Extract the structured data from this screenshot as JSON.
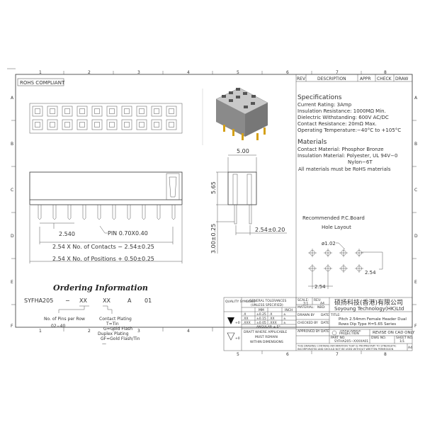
{
  "frame": {
    "columns": [
      "1",
      "2",
      "3",
      "4",
      "5",
      "6",
      "7",
      "8"
    ],
    "rows": [
      "A",
      "B",
      "C",
      "D",
      "E",
      "F"
    ]
  },
  "rohs_label": "ROHS COMPLIANT",
  "revision_table": {
    "headers": [
      "REV",
      "DESCRIPTION",
      "APPR",
      "CHECK",
      "DRAW"
    ]
  },
  "specifications": {
    "title": "Specifications",
    "lines": [
      "Current Rating:   3Amp",
      "Insulation Resistance: 1000MΩ Min.",
      "Dielectric Withstanding:   600V AC/DC",
      "Contact Resistance:   20mΩ Max.",
      "Operating Temperature:−40°C to +105°C"
    ]
  },
  "materials": {
    "title": "Materials",
    "lines": [
      "Contact Material: Phosphor Bronze",
      "Insulation Material: Polyester, UL 94V−0",
      "Nylon−6T",
      "All materials must be RoHS materials"
    ]
  },
  "side_view": {
    "pitch": "2.540",
    "pin": "PIN 0.70X0.40",
    "dim_contacts": "2.54 X No. of Contacts − 2.54±0.25",
    "dim_positions": "2.54 X No. of Positions + 0.50±0.25"
  },
  "end_view": {
    "width": "5.00",
    "height": "5.65",
    "tail": "3.00±0.25",
    "row_pitch": "2.54±0.20"
  },
  "pcb_layout": {
    "title_1": "Recommended P.C.Board",
    "title_2": "Hole Layout",
    "hole_dia": "ø1.02",
    "pitch_v": "2.54",
    "pitch_h": "2.54"
  },
  "ordering": {
    "title": "Ordering Information",
    "part_code": [
      "SYFHA205",
      "−",
      "XX",
      "XX",
      "A",
      "01"
    ],
    "pins_label": "No. of Pins per Row",
    "pins_range": "02−40",
    "plating_label": "Contact Plating",
    "plating_options": [
      "T=Tin",
      "G=Gold Flash",
      "Duplex Plating",
      "GF=Gold Flash/Tin",
      "—"
    ]
  },
  "title_block": {
    "quality_symbols": "QUALITY SYMBOLS",
    "tol_title_1": "GENERAL TOLERANCES",
    "tol_title_2": "(UNLESS SPECIFIED)",
    "mm": "MM",
    "inch": "INCH",
    "tol_rows": [
      [
        ".X",
        "±0.25",
        ".X",
        "±"
      ],
      [
        ".XX",
        "±0.15",
        ".XX",
        "±"
      ],
      [
        ".XXX",
        "±0.05",
        ".XXX",
        "±"
      ]
    ],
    "angular": "ANGULAR ±.5°",
    "draft_1": "DRAFT WHERE APPLICABLE",
    "draft_2": "MUST REMAIN",
    "draft_3": "WITHIN DIMENSIONS",
    "sym1": "+0",
    "sym2": "+0",
    "scale_label": "SCALE:",
    "scale": "3:1",
    "rev_label": "REV:",
    "rev": "A4",
    "material_label": "MATERIAL:",
    "nbd": "NBD:",
    "drawn_by": "DRAWN BY",
    "checked_by": "CHECKED BY",
    "approved_by": "APPROVED BY",
    "date": "DATE",
    "company_cn": "硕扬科技(香港)有限公司",
    "company_en": "Soyoung Technology(HK)Ltd",
    "title_label": "TITLE:",
    "title_1": "Pitch 2.54mm Female Header Dual",
    "title_2": "Rows Dip Type H=5.65 Series",
    "projection": "THIRD ANGLE PROJECTION",
    "revise": "REVISE ON CAD ONLY",
    "part_no_label": "PART NO.",
    "part_no": "SYFHA205−XXXXA01",
    "dwg_no_label": "DWG NO.",
    "sheet_label": "SHEET NO.",
    "sheet": "1/1",
    "notice_1": "THIS DRAWING CONTAINS INFORMATION THAT IS PROPRIETARY TO SYNERGETIC",
    "notice_2": "INCORPORATED AND SHOULD NOT BE USED WITHOUT WRITTEN PERMISSION",
    "size": "A4"
  }
}
